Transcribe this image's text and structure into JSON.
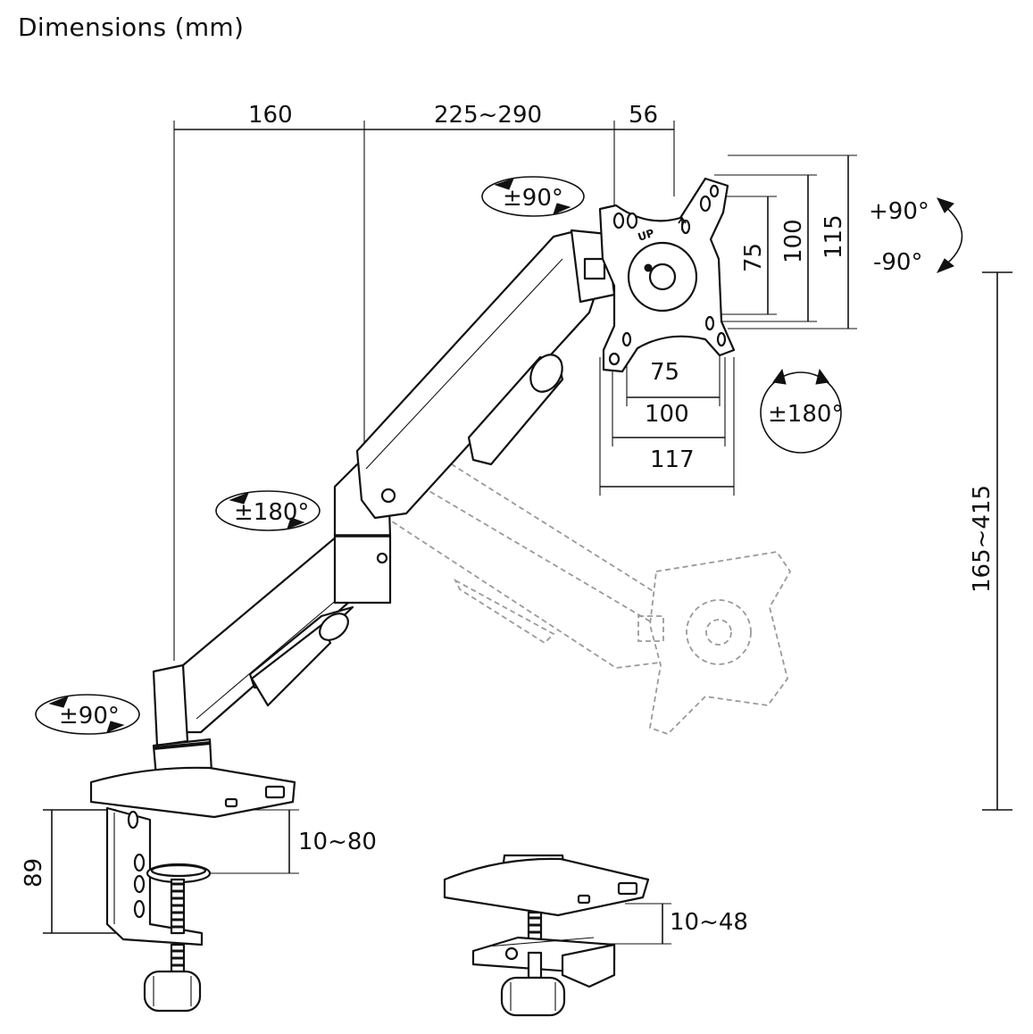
{
  "title": "Dimensions (mm)",
  "dimensions": {
    "arm_base_offset": "160",
    "arm_reach": "225~290",
    "head_depth": "56",
    "vesa_h_75": "75",
    "vesa_h_100": "100",
    "vesa_h_115": "115",
    "vesa_w_75": "75",
    "vesa_w_100": "100",
    "vesa_w_117": "117",
    "height_range": "165~415",
    "clamp_height": "89",
    "clamp_desk_range": "10~80",
    "grommet_desk_range": "10~48"
  },
  "rotations": {
    "head_swivel": "±90°",
    "tilt_up": "+90°",
    "tilt_down": "-90°",
    "rotation": "±180°",
    "elbow": "±180°",
    "base": "±90°"
  },
  "plate_markings": {
    "up_label": "UP"
  }
}
